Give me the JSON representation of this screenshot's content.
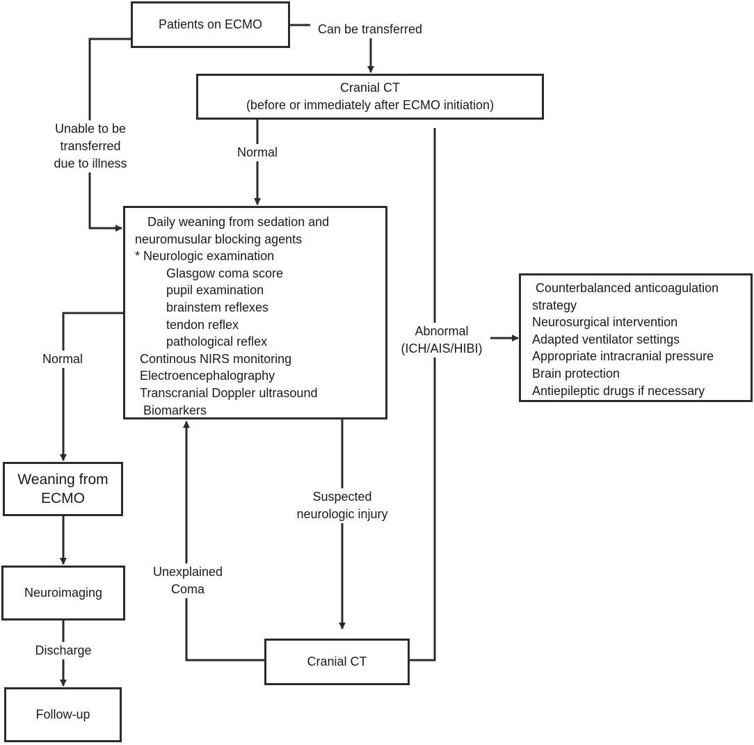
{
  "nodes": {
    "patients": "Patients on ECMO",
    "cranial_ct_top": {
      "line1": "Cranial CT",
      "line2": "(before or immediately after ECMO initiation)"
    },
    "daily_weaning": {
      "lines": [
        "Daily weaning from sedation and",
        "neuromusular blocking agents",
        "* Neurologic examination",
        "Glasgow coma score",
        "pupil examination",
        "brainstem reflexes",
        "tendon reflex",
        "pathological reflex",
        "Continous NIRS monitoring",
        "Electroencephalography",
        "Transcranial Doppler ultrasound",
        "Biomarkers"
      ]
    },
    "management": {
      "lines": [
        "Counterbalanced anticoagulation",
        "strategy",
        "Neurosurgical intervention",
        "Adapted ventilator settings",
        "Appropriate intracranial pressure",
        "Brain protection",
        "Antiepileptic drugs if necessary"
      ]
    },
    "weaning_ecmo": {
      "line1": "Weaning from",
      "line2": "ECMO"
    },
    "neuroimaging": "Neuroimaging",
    "follow_up": "Follow-up",
    "cranial_ct_bottom": "Cranial CT"
  },
  "edge_labels": {
    "can_be_transferred": "Can be transferred",
    "unable": [
      "Unable to be",
      "transferred",
      "due to illness"
    ],
    "normal_top": "Normal",
    "normal_left": "Normal",
    "abnormal": [
      "Abnormal",
      "(ICH/AIS/HIBI)"
    ],
    "suspected": [
      "Suspected",
      "neurologic injury"
    ],
    "unexplained": [
      "Unexplained",
      "Coma"
    ],
    "discharge": "Discharge"
  }
}
